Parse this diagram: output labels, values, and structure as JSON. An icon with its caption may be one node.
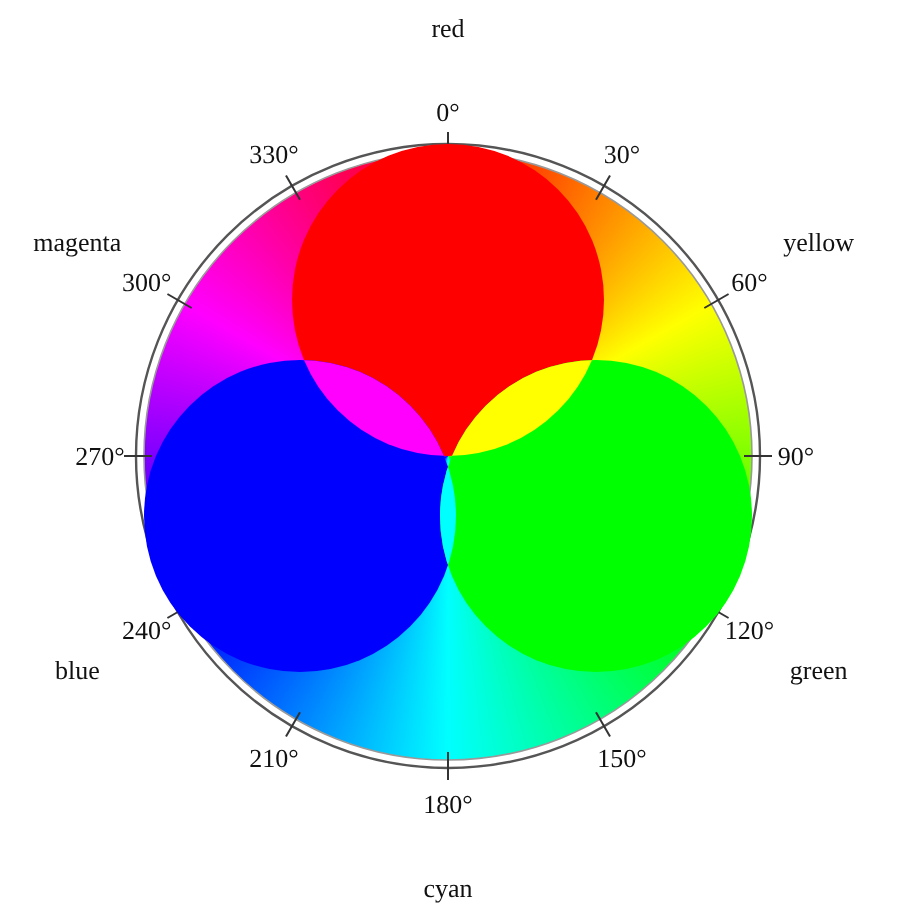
{
  "diagram": {
    "labels": [
      "red",
      "0°",
      "330°",
      "30°",
      "magenta",
      "yellow",
      "300°",
      "60°",
      "270°",
      "90°",
      "240°",
      "120°",
      "blue",
      "green",
      "210°",
      "150°",
      "180°",
      "cyan"
    ]
  }
}
